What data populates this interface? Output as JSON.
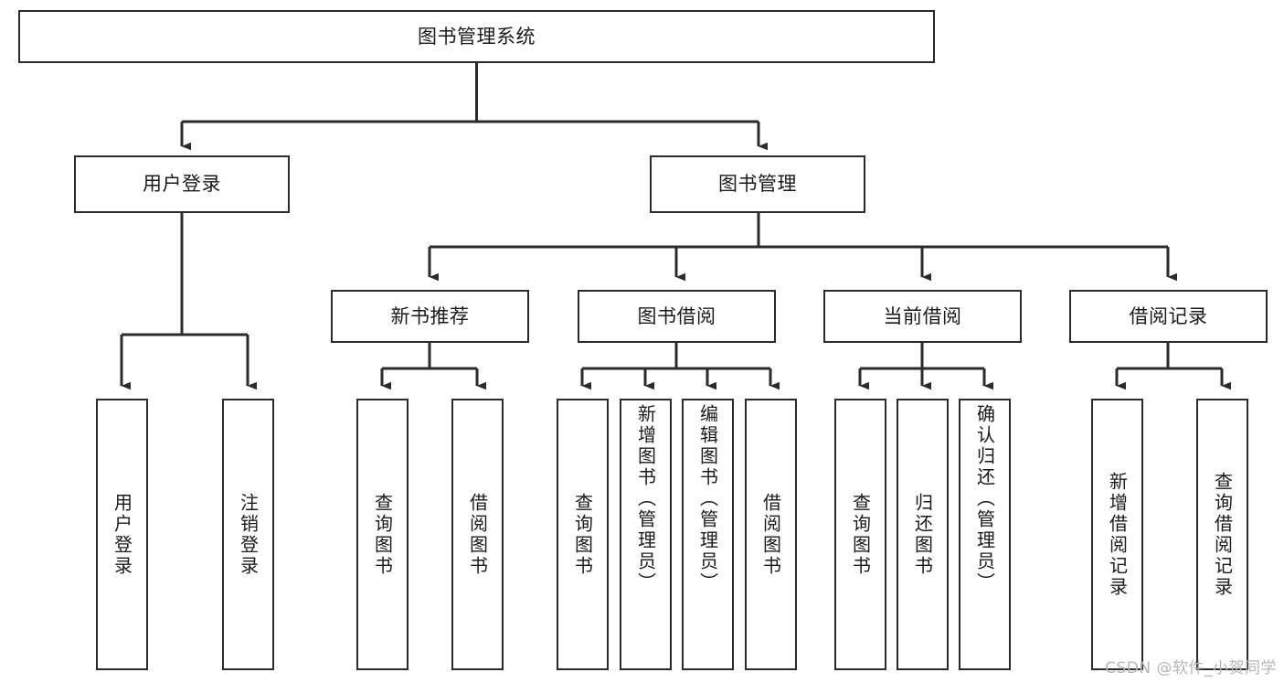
{
  "diagram": {
    "type": "tree-hierarchy",
    "title": "图书管理系统",
    "watermark": "CSDN @软件_小贺同学",
    "colors": {
      "stroke": "#2b2b2b",
      "fill": "#ffffff",
      "text": "#1a1a1a",
      "watermark": "#b6b6b6"
    },
    "levels": [
      {
        "level": 0,
        "nodes": [
          {
            "id": "root",
            "label": "图书管理系统",
            "orientation": "horizontal"
          }
        ]
      },
      {
        "level": 1,
        "nodes": [
          {
            "id": "user-login",
            "label": "用户登录",
            "orientation": "horizontal",
            "parent": "root"
          },
          {
            "id": "book-manage",
            "label": "图书管理",
            "orientation": "horizontal",
            "parent": "root"
          }
        ]
      },
      {
        "level": 2,
        "nodes": [
          {
            "id": "new-book-recommend",
            "label": "新书推荐",
            "orientation": "horizontal",
            "parent": "book-manage"
          },
          {
            "id": "book-borrow",
            "label": "图书借阅",
            "orientation": "horizontal",
            "parent": "book-manage"
          },
          {
            "id": "current-borrow",
            "label": "当前借阅",
            "orientation": "horizontal",
            "parent": "book-manage"
          },
          {
            "id": "borrow-record",
            "label": "借阅记录",
            "orientation": "horizontal",
            "parent": "book-manage"
          }
        ]
      },
      {
        "level": 3,
        "nodes": [
          {
            "id": "leaf-user-login",
            "label": "用户登录",
            "orientation": "vertical",
            "parent": "user-login"
          },
          {
            "id": "leaf-logout-login",
            "label": "注销登录",
            "orientation": "vertical",
            "parent": "user-login"
          },
          {
            "id": "leaf-query-book-1",
            "label": "查询图书",
            "orientation": "vertical",
            "parent": "new-book-recommend"
          },
          {
            "id": "leaf-borrow-book-1",
            "label": "借阅图书",
            "orientation": "vertical",
            "parent": "new-book-recommend"
          },
          {
            "id": "leaf-query-book-2",
            "label": "查询图书",
            "orientation": "vertical",
            "parent": "book-borrow"
          },
          {
            "id": "leaf-add-book",
            "label": "新增图书（管理员）",
            "orientation": "vertical",
            "parent": "book-borrow"
          },
          {
            "id": "leaf-edit-book",
            "label": "编辑图书（管理员）",
            "orientation": "vertical",
            "parent": "book-borrow"
          },
          {
            "id": "leaf-borrow-book-2",
            "label": "借阅图书",
            "orientation": "vertical",
            "parent": "book-borrow"
          },
          {
            "id": "leaf-query-book-3",
            "label": "查询图书",
            "orientation": "vertical",
            "parent": "current-borrow"
          },
          {
            "id": "leaf-return-book",
            "label": "归还图书",
            "orientation": "vertical",
            "parent": "current-borrow"
          },
          {
            "id": "leaf-confirm-return",
            "label": "确认归还（管理员）",
            "orientation": "vertical",
            "parent": "current-borrow"
          },
          {
            "id": "leaf-add-record",
            "label": "新增借阅记录",
            "orientation": "vertical",
            "parent": "borrow-record"
          },
          {
            "id": "leaf-query-record",
            "label": "查询借阅记录",
            "orientation": "vertical",
            "parent": "borrow-record"
          }
        ]
      }
    ]
  }
}
